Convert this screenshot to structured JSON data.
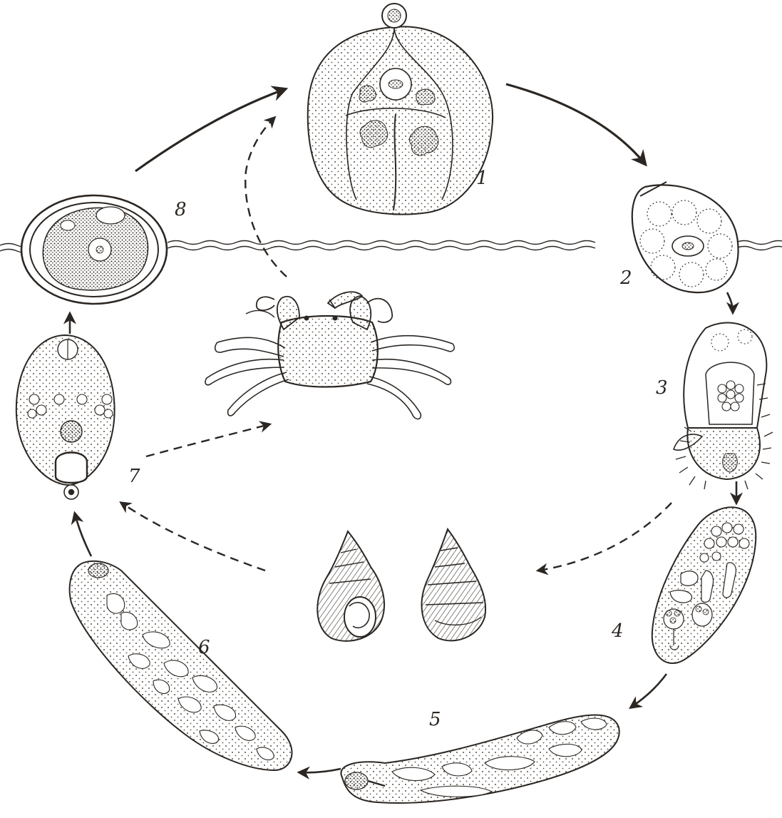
{
  "diagram": {
    "stages": [
      {
        "id": "adult-fluke",
        "label": "1"
      },
      {
        "id": "egg",
        "label": "2"
      },
      {
        "id": "miracidium",
        "label": "3"
      },
      {
        "id": "sporocyst",
        "label": "4"
      },
      {
        "id": "redia-first",
        "label": "5"
      },
      {
        "id": "redia-second",
        "label": "6"
      },
      {
        "id": "cercaria",
        "label": "7"
      },
      {
        "id": "metacercaria",
        "label": "8"
      }
    ],
    "hosts": [
      {
        "id": "crab",
        "icon": "crab-icon"
      },
      {
        "id": "snail-aperture-view",
        "icon": "snail-icon"
      },
      {
        "id": "snail-back-view",
        "icon": "snail-icon"
      }
    ],
    "colors": {
      "ink": "#2b2622",
      "stipple": "#5a524a",
      "paper": "#ffffff"
    }
  }
}
